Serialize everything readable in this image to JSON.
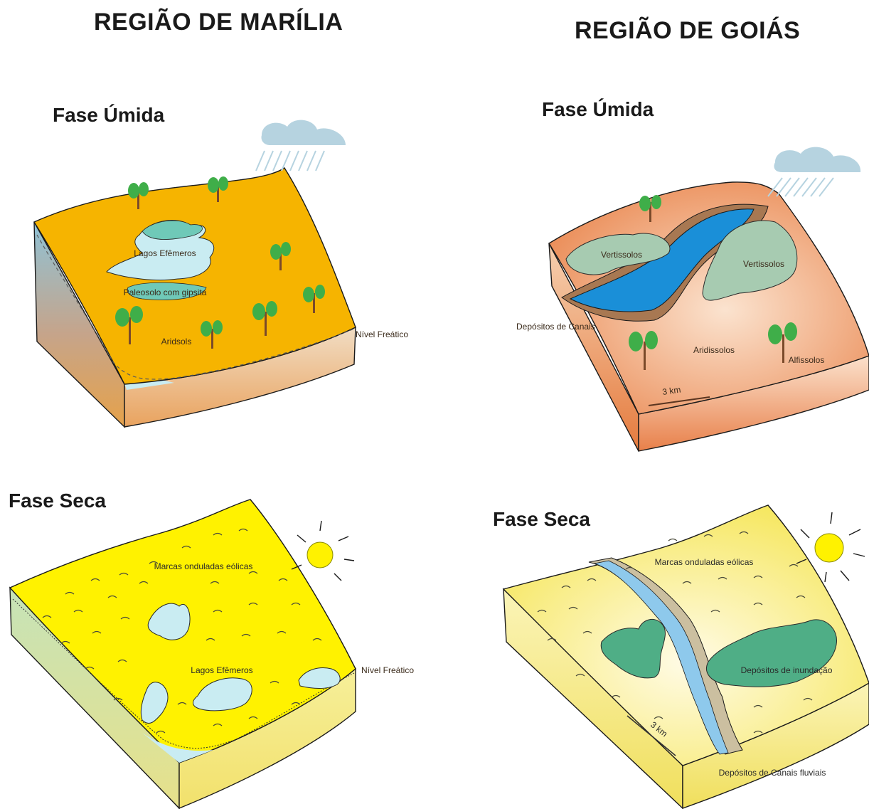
{
  "columns": {
    "left_title": "REGIÃO DE MARÍLIA",
    "right_title": "REGIÃO DE GOIÁS"
  },
  "phases": {
    "wet": "Fase Úmida",
    "dry": "Fase Seca"
  },
  "marilia_wet": {
    "lakes": "Lagos Efêmeros",
    "paleosol": "Paleosolo com gipsita",
    "soil": "Aridsols",
    "water_table": "Nível Freático"
  },
  "goias_wet": {
    "vertisols_left": "Vertissolos",
    "vertisols_right": "Vertissolos",
    "channels": "Depósitos de Canais",
    "aridisols": "Aridissolos",
    "alfisols": "Alfissolos",
    "scale": "3 km"
  },
  "marilia_dry": {
    "ripples": "Marcas onduladas eólicas",
    "lakes": "Lagos Efêmeros",
    "water_table": "Nível Freático"
  },
  "goias_dry": {
    "ripples": "Marcas onduladas eólicas",
    "flood": "Depósitos de inundação",
    "channels": "Depósitos de Canais fluviais",
    "scale": "3 km"
  },
  "colors": {
    "orange_surface": "#f6b400",
    "yellow_surface": "#fff200",
    "water": "#c9ecf2",
    "river_blue": "#1a8fd8",
    "goias_orange": "#e8864a",
    "green_deposit": "#4fae86",
    "tree_green": "#3fae49"
  }
}
